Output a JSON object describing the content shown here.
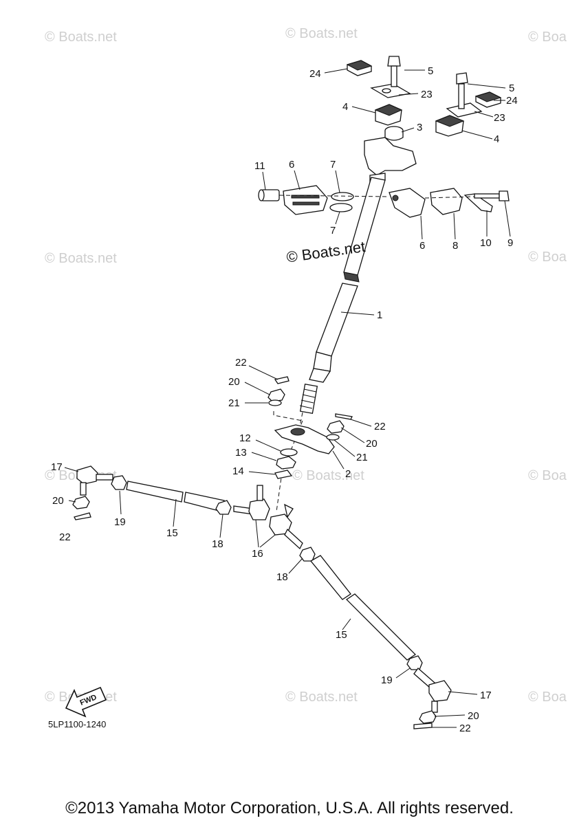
{
  "watermarks": [
    "© Boats.net",
    "© Boats.net",
    "© Boa",
    "© Boats.net",
    "© Boa",
    "© Boats.net",
    "© Boats.net",
    "© Boa",
    "© Boats.net",
    "© Boats.net",
    "© Boa"
  ],
  "center_watermark": "© Boats.net",
  "fwd_label": "FWD",
  "diagram_code": "5LP1100-1240",
  "copyright": "©2013 Yamaha Motor Corporation, U.S.A. All rights reserved.",
  "callouts": [
    "24",
    "5",
    "23",
    "4",
    "5",
    "24",
    "23",
    "3",
    "4",
    "11",
    "6",
    "7",
    "7",
    "6",
    "8",
    "10",
    "9",
    "1",
    "22",
    "20",
    "21",
    "22",
    "20",
    "12",
    "13",
    "21",
    "2",
    "14",
    "17",
    "20",
    "22",
    "19",
    "15",
    "18",
    "16",
    "18",
    "15",
    "19",
    "17",
    "20",
    "22"
  ]
}
